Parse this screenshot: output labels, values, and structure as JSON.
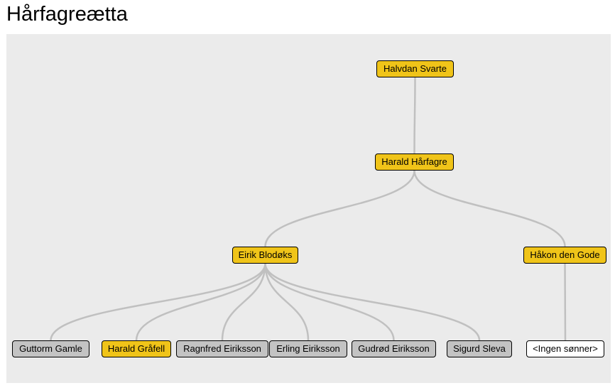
{
  "title": "Hårfagreætta",
  "colors": {
    "ruler": "#f0c419",
    "non_ruler": "#c3c3c3",
    "no_sons": "#ffffff",
    "panel": "#ebebeb",
    "link": "#c0c0c0"
  },
  "nodes": {
    "halvdan": {
      "label": "Halvdan Svarte",
      "status": "ruler"
    },
    "harald_harfagre": {
      "label": "Harald Hårfagre",
      "status": "ruler"
    },
    "eirik": {
      "label": "Eirik Blodøks",
      "status": "ruler"
    },
    "hakon": {
      "label": "Håkon den Gode",
      "status": "ruler"
    },
    "guttorm": {
      "label": "Guttorm Gamle",
      "status": "non_ruler"
    },
    "harald_grafell": {
      "label": "Harald Gråfell",
      "status": "ruler"
    },
    "ragnfred": {
      "label": "Ragnfred Eiriksson",
      "status": "non_ruler"
    },
    "erling": {
      "label": "Erling Eiriksson",
      "status": "non_ruler"
    },
    "gudrod": {
      "label": "Gudrød Eiriksson",
      "status": "non_ruler"
    },
    "sigurd": {
      "label": "Sigurd Sleva",
      "status": "non_ruler"
    },
    "ingen": {
      "label": "<Ingen sønner>",
      "status": "none"
    }
  },
  "edges": [
    [
      "halvdan",
      "harald_harfagre"
    ],
    [
      "harald_harfagre",
      "eirik"
    ],
    [
      "harald_harfagre",
      "hakon"
    ],
    [
      "eirik",
      "guttorm"
    ],
    [
      "eirik",
      "harald_grafell"
    ],
    [
      "eirik",
      "ragnfred"
    ],
    [
      "eirik",
      "erling"
    ],
    [
      "eirik",
      "gudrod"
    ],
    [
      "eirik",
      "sigurd"
    ],
    [
      "hakon",
      "ingen"
    ]
  ]
}
